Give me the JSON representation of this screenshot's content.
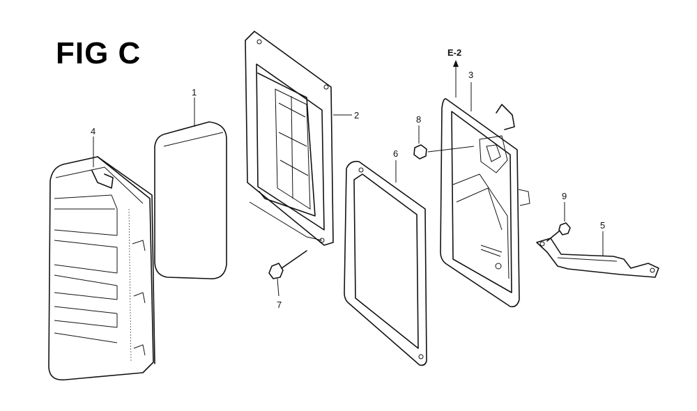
{
  "figure": {
    "title": "FIG C",
    "reference": "E-2"
  },
  "callouts": {
    "c1": "1",
    "c2": "2",
    "c3": "3",
    "c4": "4",
    "c5": "5",
    "c6": "6",
    "c7": "7",
    "c8": "8",
    "c9": "9"
  }
}
